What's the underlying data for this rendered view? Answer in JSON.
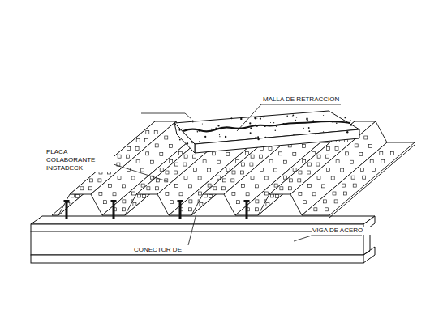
{
  "diagram": {
    "labels": [
      "MALLA DE RETRACCION",
      "PLACA COLABORANTE INSTADECK",
      "CONECTOR DE",
      "VIGA DE ACERO"
    ]
  }
}
